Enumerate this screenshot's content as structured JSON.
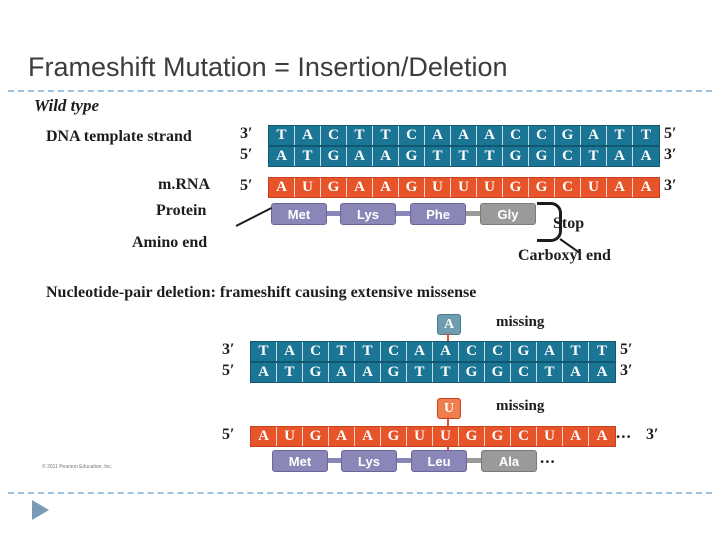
{
  "slide": {
    "title": "Frameshift Mutation = Insertion/Deletion",
    "accent_color": "#9fc3dc",
    "title_color": "#3c3c3c",
    "credit": "© 2011 Pearson Education, Inc."
  },
  "figure": {
    "labels": {
      "wild_type": "Wild type",
      "dna_template_strand": "DNA template strand",
      "mrna": "m.RNA",
      "protein": "Protein",
      "amino_end": "Amino end",
      "stop": "Stop",
      "carboxyl_end": "Carboxyl end",
      "deletion_heading": "Nucleotide-pair deletion: frameshift causing extensive missense",
      "missing_dna": "missing",
      "missing_mrna": "missing",
      "ellipsis": "..."
    },
    "wild_type": {
      "dna_top": {
        "left_prime": "3′",
        "right_prime": "5′",
        "bases": [
          "T",
          "A",
          "C",
          "T",
          "T",
          "C",
          "A",
          "A",
          "A",
          "C",
          "C",
          "G",
          "A",
          "T",
          "T"
        ],
        "color": "#1b7695"
      },
      "dna_bottom": {
        "left_prime": "5′",
        "right_prime": "3′",
        "bases": [
          "A",
          "T",
          "G",
          "A",
          "A",
          "G",
          "T",
          "T",
          "T",
          "G",
          "G",
          "C",
          "T",
          "A",
          "A"
        ],
        "color": "#1b7695"
      },
      "mrna": {
        "left_prime": "5′",
        "right_prime": "3′",
        "bases": [
          "A",
          "U",
          "G",
          "A",
          "A",
          "G",
          "U",
          "U",
          "U",
          "G",
          "G",
          "C",
          "U",
          "A",
          "A"
        ],
        "color": "#e8542a"
      },
      "protein": [
        {
          "label": "Met",
          "color": "#8a87b8"
        },
        {
          "label": "Lys",
          "color": "#8a87b8"
        },
        {
          "label": "Phe",
          "color": "#8a87b8"
        },
        {
          "label": "Gly",
          "color": "#9a9a9a"
        }
      ]
    },
    "deletion": {
      "missing_dna_base": "A",
      "missing_mrna_base": "U",
      "dna_top": {
        "left_prime": "3′",
        "right_prime": "5′",
        "bases": [
          "T",
          "A",
          "C",
          "T",
          "T",
          "C",
          "A",
          "A",
          "C",
          "C",
          "G",
          "A",
          "T",
          "T"
        ],
        "color": "#1b7695"
      },
      "dna_bottom": {
        "left_prime": "5′",
        "right_prime": "3′",
        "bases": [
          "A",
          "T",
          "G",
          "A",
          "A",
          "G",
          "T",
          "T",
          "G",
          "G",
          "C",
          "T",
          "A",
          "A"
        ],
        "color": "#1b7695"
      },
      "mrna": {
        "left_prime": "5′",
        "right_prime": "3′",
        "bases": [
          "A",
          "U",
          "G",
          "A",
          "A",
          "G",
          "U",
          "U",
          "G",
          "G",
          "C",
          "U",
          "A",
          "A"
        ],
        "color": "#e8542a"
      },
      "protein": [
        {
          "label": "Met",
          "color": "#8a87b8"
        },
        {
          "label": "Lys",
          "color": "#8a87b8"
        },
        {
          "label": "Leu",
          "color": "#8a87b8"
        },
        {
          "label": "Ala",
          "color": "#9a9a9a"
        }
      ]
    }
  }
}
